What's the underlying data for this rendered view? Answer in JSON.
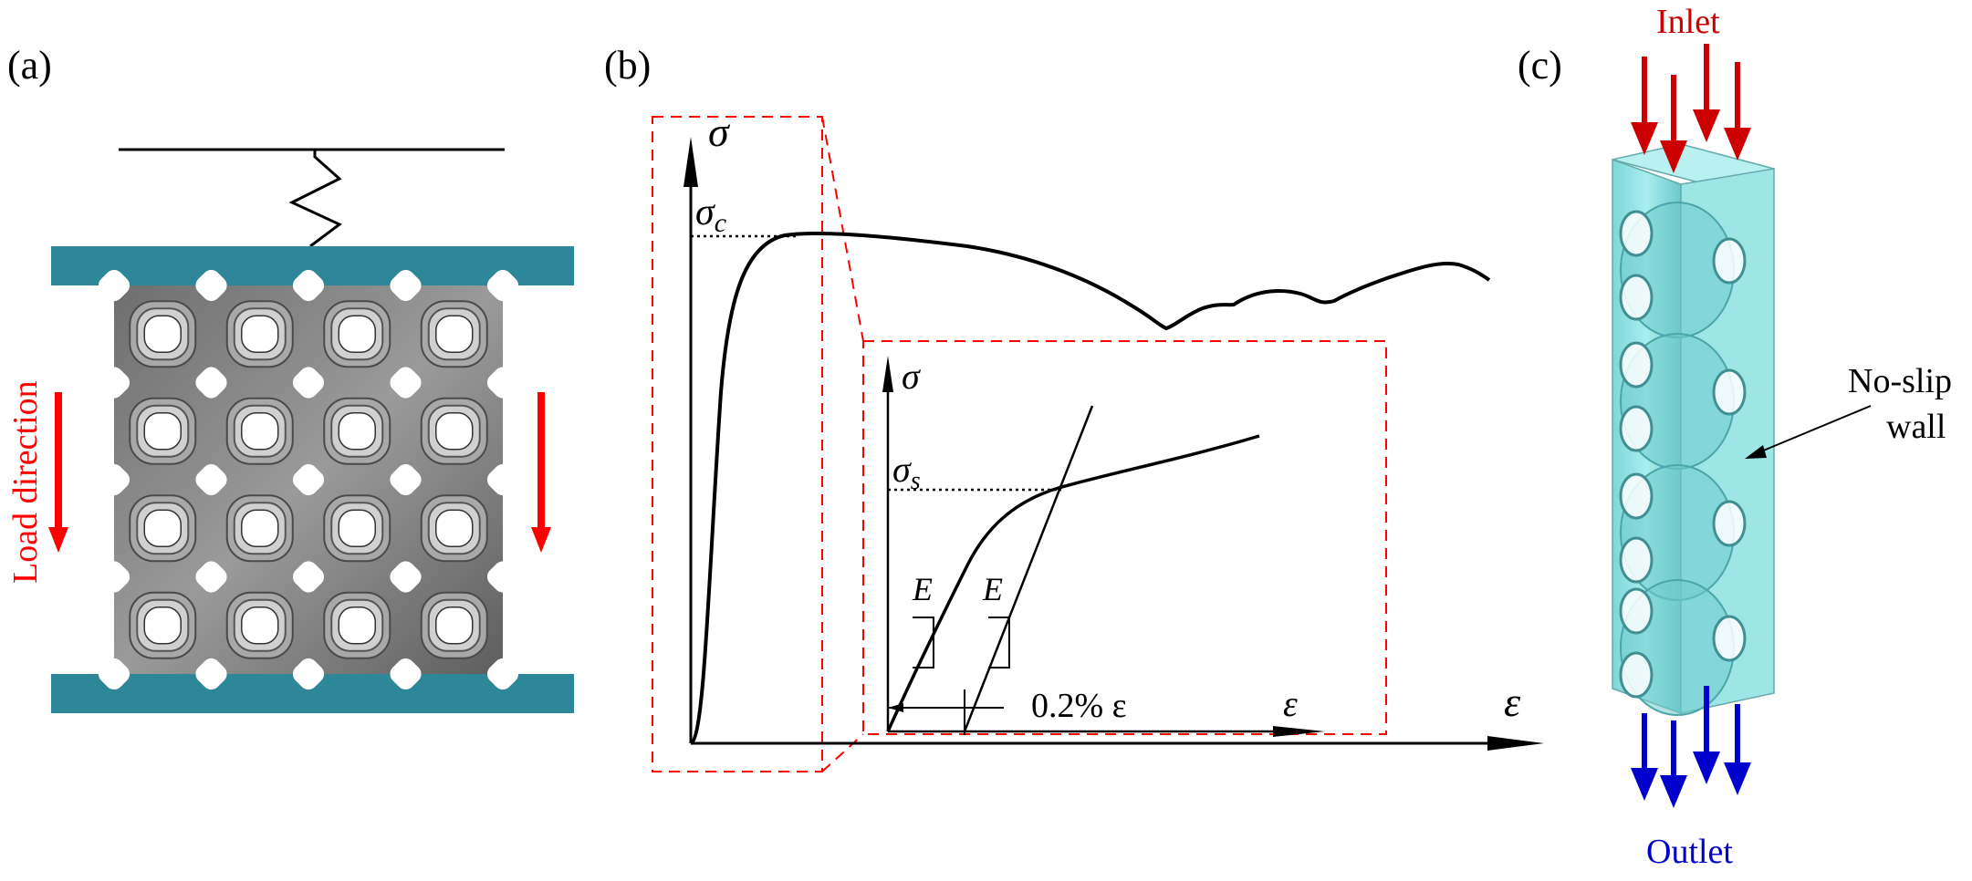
{
  "panel_a": {
    "label": "(a)",
    "load_direction_label": "Load direction",
    "colors": {
      "plate": "#2e8799",
      "lattice": "#8a8a8a",
      "arrow": "#ff0000"
    }
  },
  "panel_b": {
    "label": "(b)",
    "main_y_label": "σ",
    "main_x_label": "ε",
    "peak_label": "σ",
    "peak_subscript": "c",
    "inset_y_label": "σ",
    "inset_x_label": "ε",
    "yield_label": "σ",
    "yield_subscript": "s",
    "modulus_label_1": "E",
    "modulus_label_2": "E",
    "offset_label": "0.2% ε",
    "colors": {
      "zoom_box": "#ff0000",
      "curve": "#000000"
    }
  },
  "panel_c": {
    "label": "(c)",
    "inlet_label": "Inlet",
    "outlet_label": "Outlet",
    "wall_label_line1": "No-slip",
    "wall_label_line2": "wall",
    "colors": {
      "inlet": "#cc0000",
      "outlet": "#0000cc",
      "fluid": "#8fe3e3"
    }
  }
}
